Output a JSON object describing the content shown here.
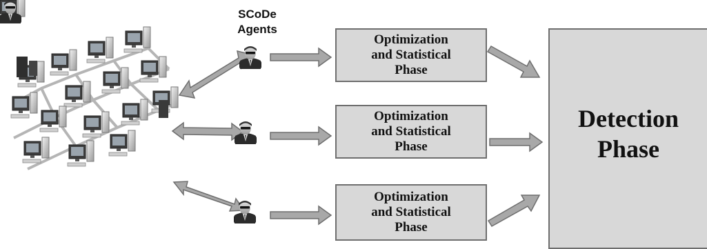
{
  "agents_label": "SCoDe\nAgents",
  "phases": [
    {
      "label": "Optimization\nand Statistical\nPhase"
    },
    {
      "label": "Optimization\nand Statistical\nPhase"
    },
    {
      "label": "Optimization\nand Statistical\nPhase"
    }
  ],
  "detection_label": "Detection\nPhase",
  "colors": {
    "box_fill": "#d8d8d8",
    "box_border": "#6e6e6e",
    "arrow_fill": "#a8a8a8"
  },
  "icons": [
    "network-of-computers-icon",
    "agent-person-icon"
  ]
}
